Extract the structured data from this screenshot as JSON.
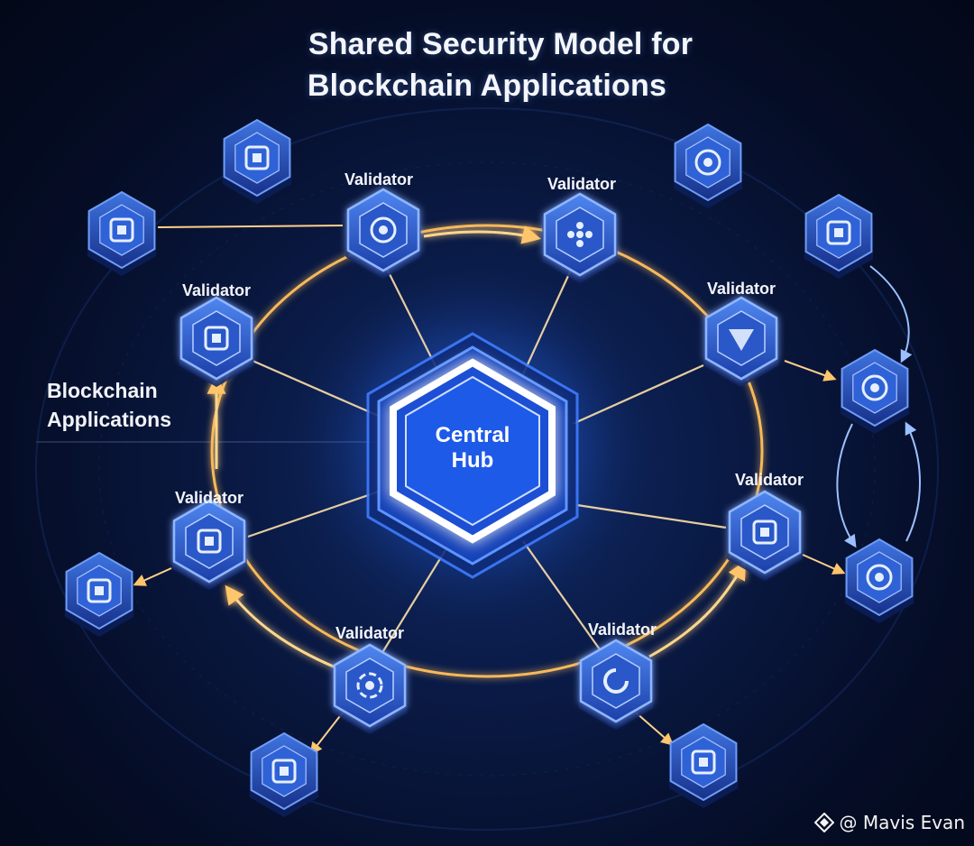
{
  "title": {
    "line1": "Shared Security Model for",
    "line2": "Blockchain Applications"
  },
  "hub": {
    "line1": "Central",
    "line2": "Hub"
  },
  "validators": [
    {
      "label": "Validator",
      "icon": "hexagon-ring-icon"
    },
    {
      "label": "Validator",
      "icon": "dots-cluster-icon"
    },
    {
      "label": "Validator",
      "icon": "shield-chevron-icon"
    },
    {
      "label": "Validator",
      "icon": "cube-lock-icon"
    },
    {
      "label": "Validator",
      "icon": "circular-arrow-icon"
    },
    {
      "label": "Validator",
      "icon": "segmented-ring-icon"
    },
    {
      "label": "Validator",
      "icon": "concentric-square-icon"
    },
    {
      "label": "Validator",
      "icon": "node-grid-icon"
    }
  ],
  "side_label": {
    "line1": "Blockchain",
    "line2": "Applications"
  },
  "credit": {
    "text": "@ Mavis Evan",
    "icon": "diamond-logo-icon"
  },
  "colors": {
    "accent_orange": "#ffb347",
    "node_blue": "#2d5fd8",
    "glow_white": "#ffffff",
    "background": "#050d26"
  }
}
